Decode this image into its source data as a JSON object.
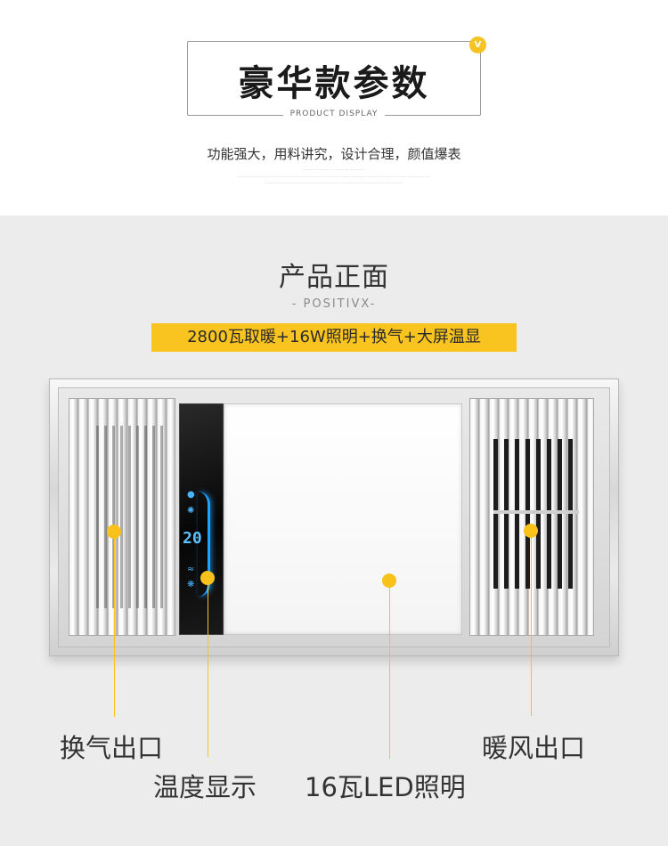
{
  "header": {
    "title": "豪华款参数",
    "subtitle": "PRODUCT DISPLAY",
    "badge": "V",
    "tagline": "功能强大，用料讲究，设计合理，颜值爆表"
  },
  "section": {
    "title": "产品正面",
    "subtitle": "- POSITIVX-",
    "feature_bar": "2800瓦取暖+16W照明+换气+大屏温显"
  },
  "display": {
    "temperature": "20"
  },
  "callouts": {
    "vent_out": "换气出口",
    "temp_display": "温度显示",
    "led_light": "16瓦LED照明",
    "warm_air_out": "暖风出口"
  },
  "colors": {
    "accent": "#f8c21b",
    "display_blue": "#1fa2ff"
  }
}
